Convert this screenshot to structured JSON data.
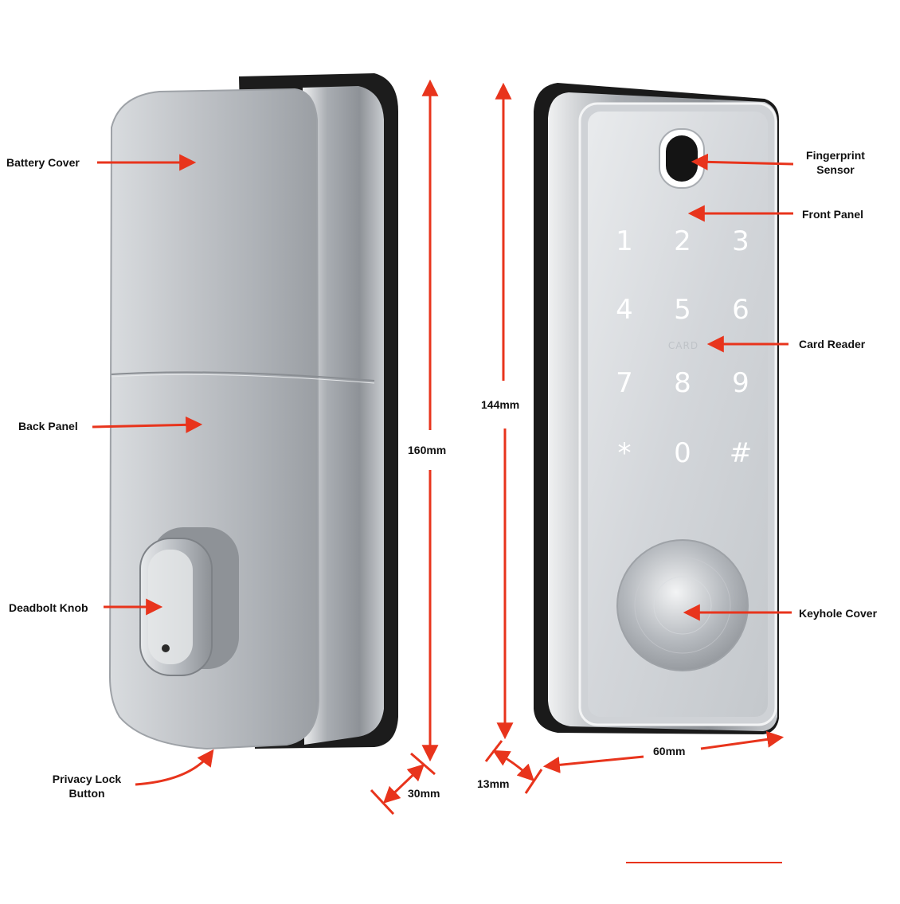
{
  "title": "Smart Deadbolt Lock Dimensions Diagram",
  "colors": {
    "arrow": "#e8341c",
    "steel": "#b8bcc1",
    "dark": "#1a1a1a"
  },
  "labels": {
    "battery_cover": "Battery Cover",
    "back_panel": "Back Panel",
    "deadbolt_knob": "Deadbolt Knob",
    "privacy_lock_button_line1": "Privacy Lock",
    "privacy_lock_button_line2": "Button",
    "fingerprint_sensor_line1": "Fingerprint",
    "fingerprint_sensor_line2": "Sensor",
    "front_panel": "Front Panel",
    "card_reader": "Card Reader",
    "keyhole_cover": "Keyhole Cover"
  },
  "dimensions": {
    "height_back": "160mm",
    "height_front": "144mm",
    "depth_back": "30mm",
    "depth_front": "13mm",
    "width_front": "60mm"
  },
  "keypad": {
    "keys": [
      "1",
      "2",
      "3",
      "4",
      "5",
      "6",
      "7",
      "8",
      "9",
      "*",
      "0",
      "#"
    ],
    "card_text": "CARD"
  }
}
